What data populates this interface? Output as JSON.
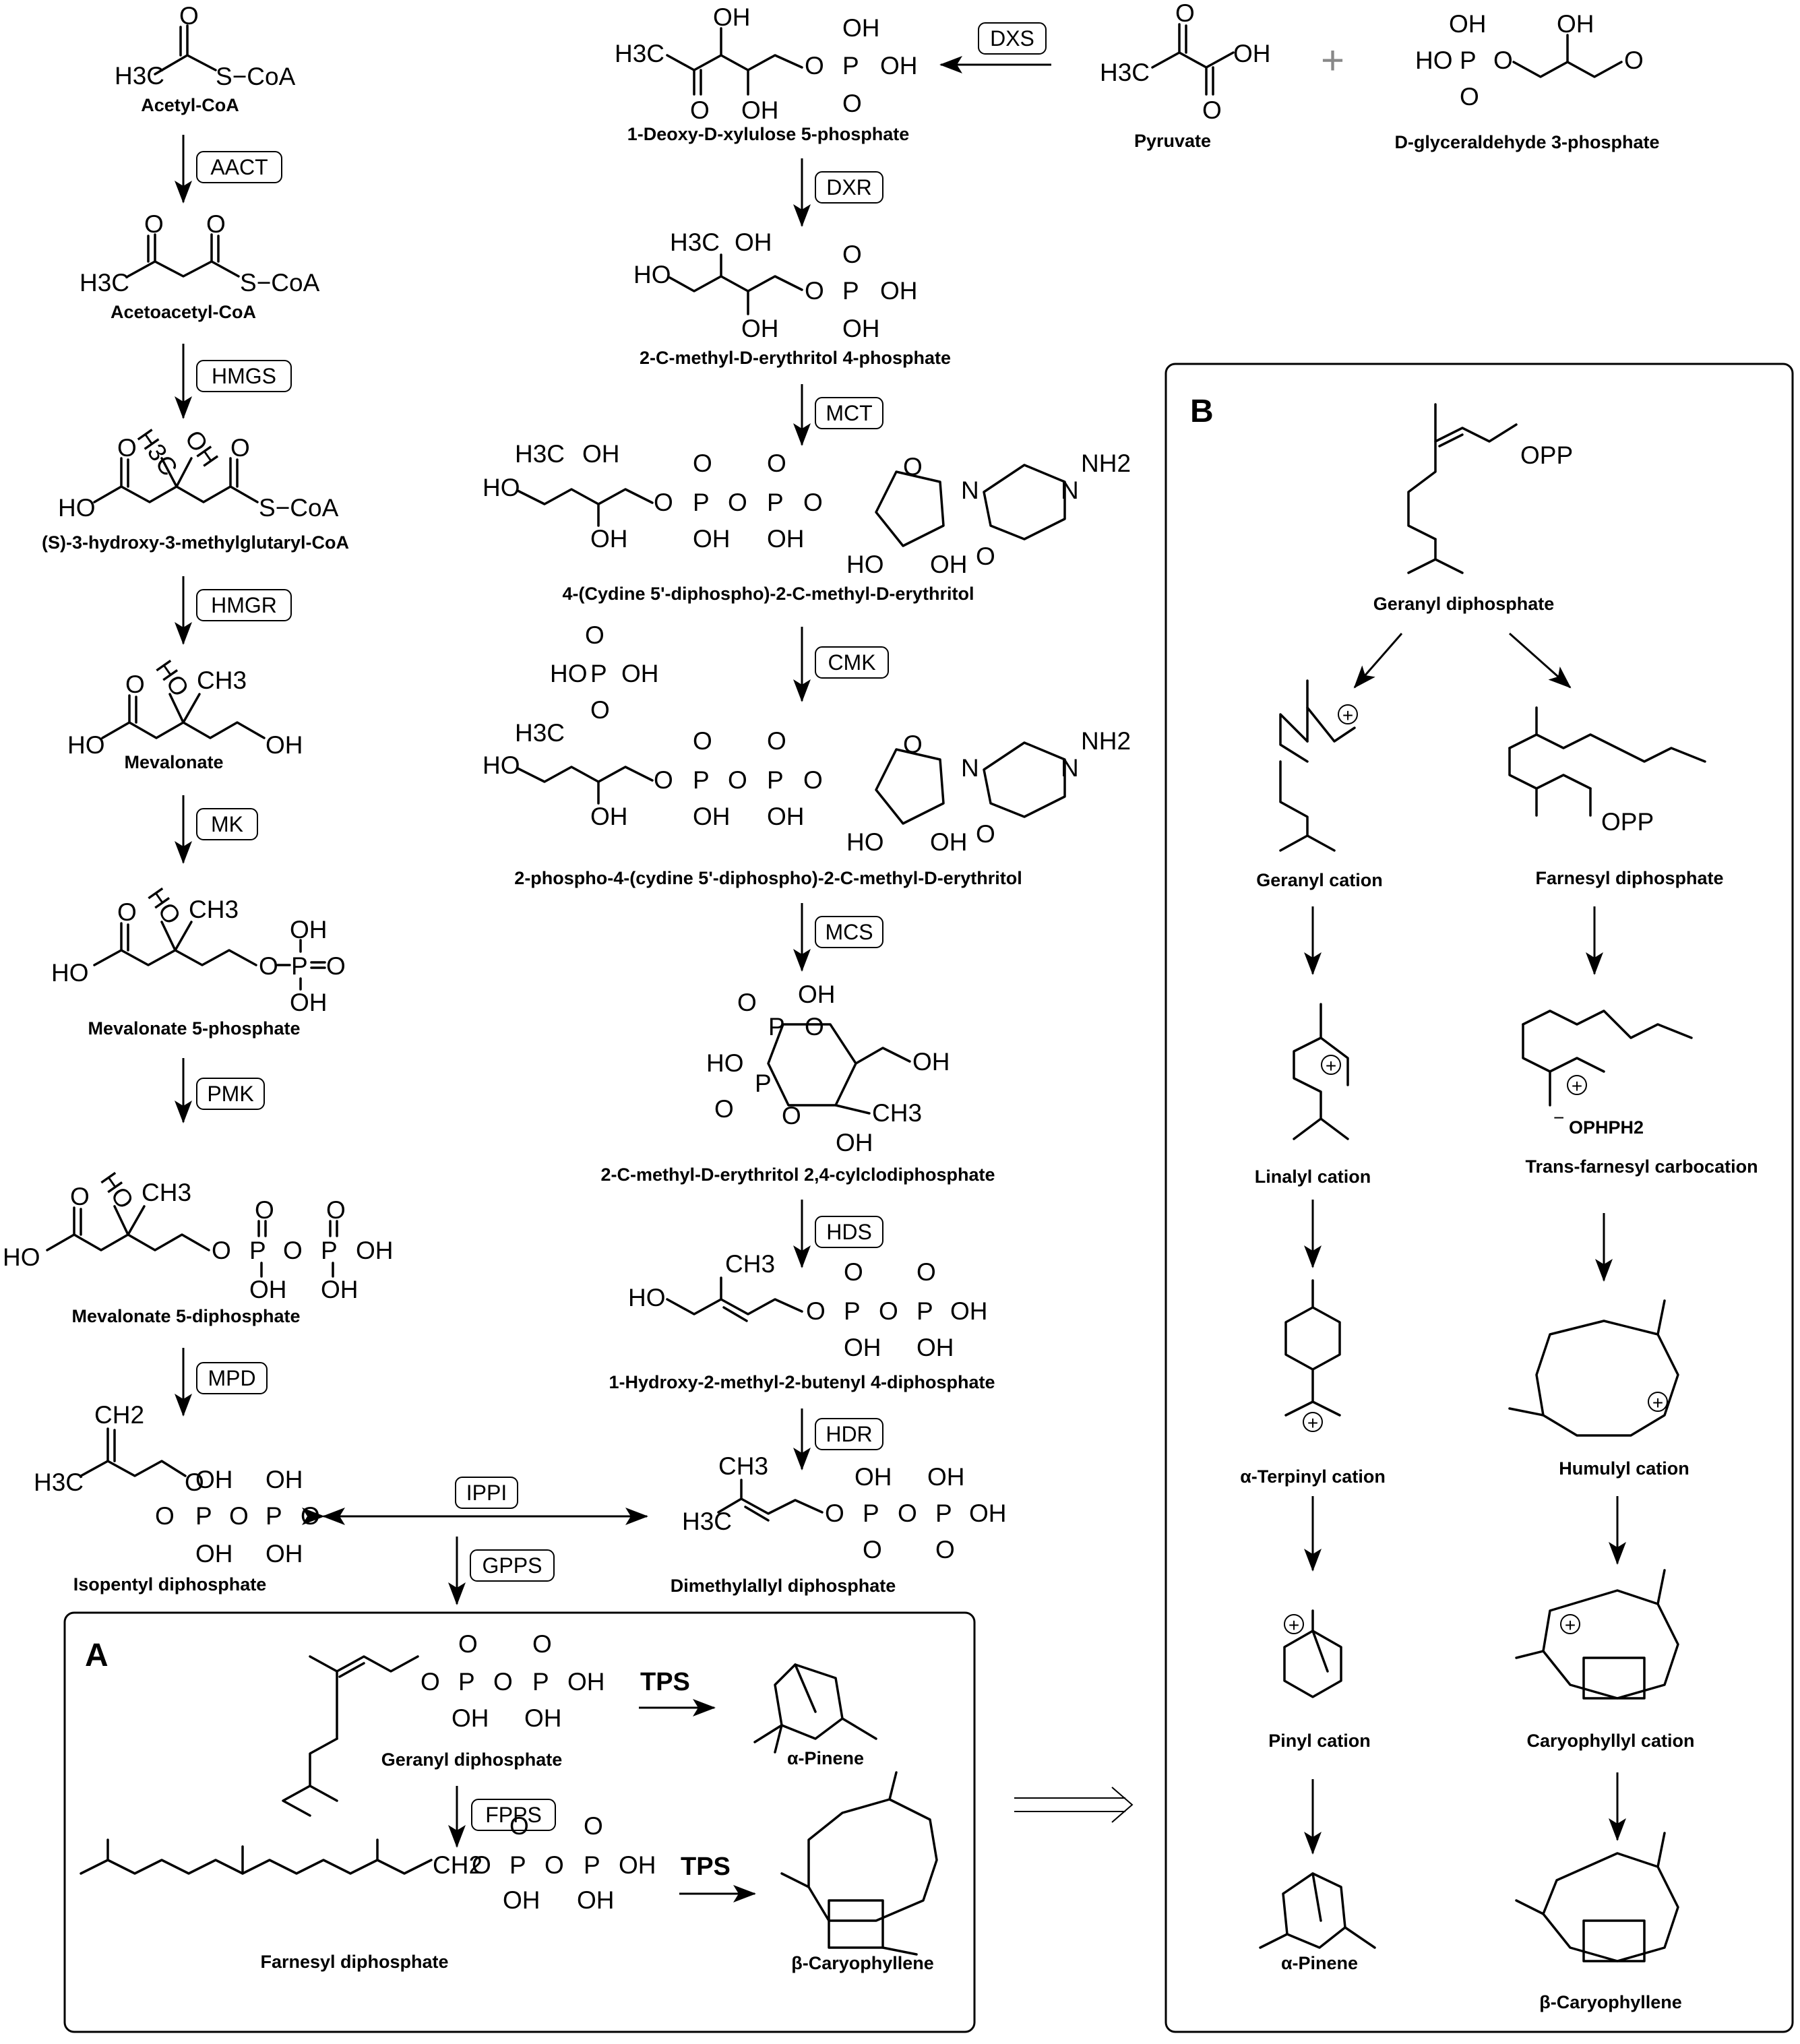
{
  "panels": {
    "a": "A",
    "b": "B"
  },
  "enzymes": {
    "aact": "AACT",
    "hmgs": "HMGS",
    "hmgr": "HMGR",
    "mk": "MK",
    "pmk": "PMK",
    "mpd": "MPD",
    "dxs": "DXS",
    "dxr": "DXR",
    "mct": "MCT",
    "cmk": "CMK",
    "mcs": "MCS",
    "hds": "HDS",
    "hdr": "HDR",
    "ippi": "IPPI",
    "gpps": "GPPS",
    "fpps": "FPPS",
    "tps": "TPS"
  },
  "mva": {
    "acetyl_coa": "Acetyl-CoA",
    "acetoacetyl_coa": "Acetoacetyl-CoA",
    "hmg_coa": "(S)-3-hydroxy-3-methylglutaryl-CoA",
    "mevalonate": "Mevalonate",
    "mev5p": "Mevalonate 5-phosphate",
    "mev5pp": "Mevalonate 5-diphosphate",
    "ipp": "Isopentyl diphosphate"
  },
  "mep": {
    "dxp": "1-Deoxy-D-xylulose 5-phosphate",
    "pyruvate": "Pyruvate",
    "g3p": "D-glyceraldehyde 3-phosphate",
    "mep": "2-C-methyl-D-erythritol 4-phosphate",
    "cdpme": "4-(Cydine 5'-diphospho)-2-C-methyl-D-erythritol",
    "cdpmep": "2-phospho-4-(cydine 5'-diphospho)-2-C-methyl-D-erythritol",
    "mecpp": "2-C-methyl-D-erythritol 2,4-cylclodiphosphate",
    "hmbpp": "1-Hydroxy-2-methyl-2-butenyl 4-diphosphate",
    "dmapp": "Dimethylallyl diphosphate"
  },
  "panel_a": {
    "gpp": "Geranyl diphosphate",
    "apinene": "α-Pinene",
    "fpp": "Farnesyl diphosphate",
    "bcaryophyllene": "β-Caryophyllene"
  },
  "panel_b": {
    "gpp": "Geranyl diphosphate",
    "geranyl_cation": "Geranyl cation",
    "fpp": "Farnesyl diphosphate",
    "linalyl_cation": "Linalyl cation",
    "trans_farnesyl": "Trans-farnesyl carbocation",
    "terpinyl_cation": "α-Terpinyl cation",
    "humulyl_cation": "Humulyl cation",
    "pinyl_cation": "Pinyl cation",
    "caryophyllyl_cation": "Caryophyllyl cation",
    "apinene": "α-Pinene",
    "bcaryophyllene": "β-Caryophyllene"
  },
  "atoms": {
    "coa": "S−CoA",
    "h3c": "H3C",
    "ch3": "CH3",
    "oh": "OH",
    "ho": "HO",
    "o": "O",
    "p": "P",
    "n": "N",
    "nh2": "NH2",
    "opp": "OPP",
    "ophph2": "OPHPH2",
    "ch2": "CH2",
    "plus": "+",
    "minus": "−"
  }
}
